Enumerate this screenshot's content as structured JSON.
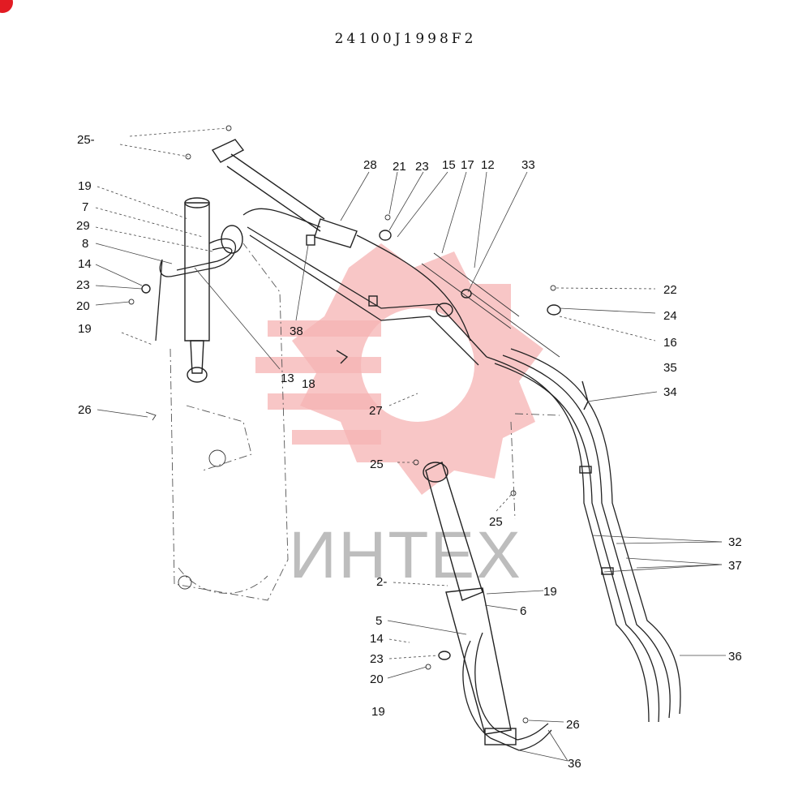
{
  "document": {
    "code": "24100J1998F2"
  },
  "watermark": {
    "text": "ИНТЕХ",
    "gear_color": "#f5b3b3",
    "text_color": "#bdbdbd",
    "icon": "gear-logo-icon"
  },
  "accent_dot_color": "#e21b23",
  "callouts": [
    {
      "id": "25a",
      "label": "25-"
    },
    {
      "id": "19a",
      "label": "19"
    },
    {
      "id": "7",
      "label": "7"
    },
    {
      "id": "29",
      "label": "29"
    },
    {
      "id": "8",
      "label": "8"
    },
    {
      "id": "14a",
      "label": "14"
    },
    {
      "id": "23a",
      "label": "23"
    },
    {
      "id": "20a",
      "label": "20"
    },
    {
      "id": "19b",
      "label": "19"
    },
    {
      "id": "26a",
      "label": "26"
    },
    {
      "id": "28",
      "label": "28"
    },
    {
      "id": "21",
      "label": "21"
    },
    {
      "id": "23b",
      "label": "23"
    },
    {
      "id": "15",
      "label": "15"
    },
    {
      "id": "17",
      "label": "17"
    },
    {
      "id": "12",
      "label": "12"
    },
    {
      "id": "33",
      "label": "33"
    },
    {
      "id": "22",
      "label": "22"
    },
    {
      "id": "24",
      "label": "24"
    },
    {
      "id": "16",
      "label": "16"
    },
    {
      "id": "35",
      "label": "35"
    },
    {
      "id": "34",
      "label": "34"
    },
    {
      "id": "38",
      "label": "38"
    },
    {
      "id": "13",
      "label": "13"
    },
    {
      "id": "18",
      "label": "18"
    },
    {
      "id": "27",
      "label": "27"
    },
    {
      "id": "25b",
      "label": "25"
    },
    {
      "id": "25c",
      "label": "25"
    },
    {
      "id": "32",
      "label": "32"
    },
    {
      "id": "37",
      "label": "37"
    },
    {
      "id": "2",
      "label": "2-"
    },
    {
      "id": "19c",
      "label": "19"
    },
    {
      "id": "6",
      "label": "6"
    },
    {
      "id": "5",
      "label": "5"
    },
    {
      "id": "14b",
      "label": "14"
    },
    {
      "id": "23c",
      "label": "23"
    },
    {
      "id": "20b",
      "label": "20"
    },
    {
      "id": "19d",
      "label": "19"
    },
    {
      "id": "26b",
      "label": "26"
    },
    {
      "id": "36a",
      "label": "36"
    },
    {
      "id": "36b",
      "label": "36"
    }
  ]
}
